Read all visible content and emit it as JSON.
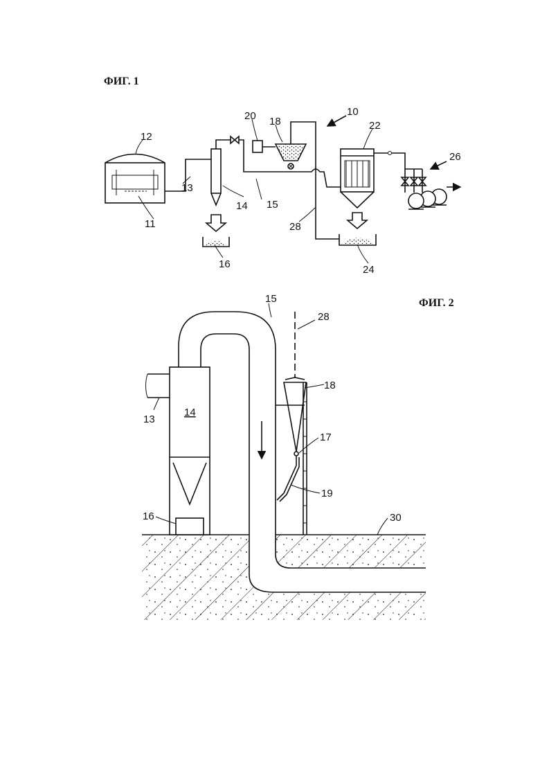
{
  "figures": {
    "fig1_title": "ФИГ. 1",
    "fig2_title": "ФИГ. 2"
  },
  "fig1_labels": {
    "l10": "10",
    "l11": "11",
    "l12": "12",
    "l13": "13",
    "l14": "14",
    "l15": "15",
    "l16": "16",
    "l18": "18",
    "l20": "20",
    "l22": "22",
    "l24": "24",
    "l26": "26",
    "l28": "28"
  },
  "fig2_labels": {
    "l13": "13",
    "l14": "14",
    "l15": "15",
    "l16": "16",
    "l17": "17",
    "l18": "18",
    "l19": "19",
    "l28": "28",
    "l30": "30"
  },
  "colors": {
    "line": "#111111",
    "background": "#ffffff"
  }
}
